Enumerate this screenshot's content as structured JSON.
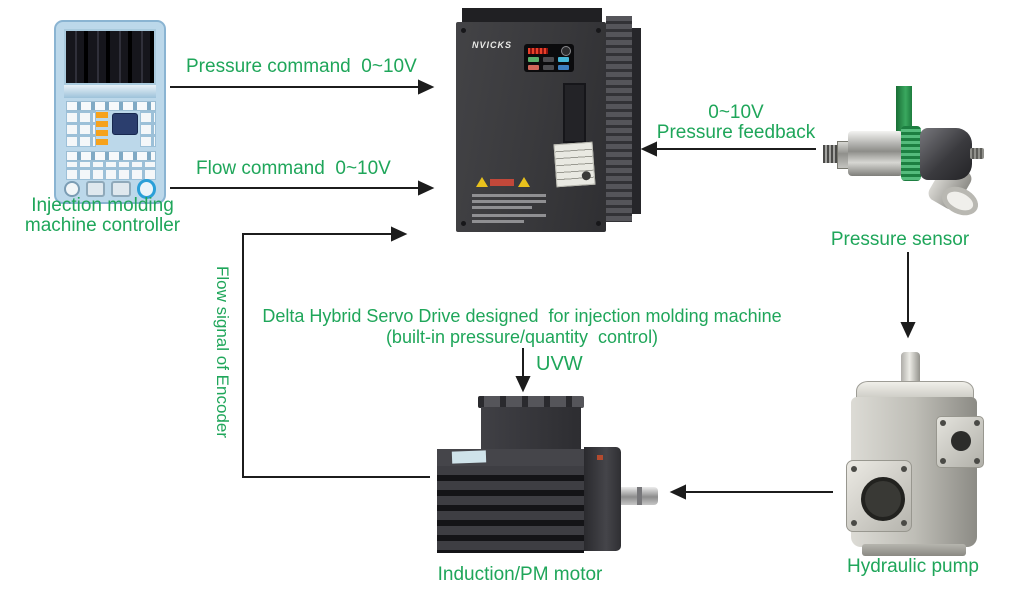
{
  "colors": {
    "label_green": "#1fa65a",
    "arrow_black": "#1c1c1c",
    "background": "#ffffff"
  },
  "devices": {
    "controller": {
      "name_line1": "Injection molding",
      "name_line2": "machine controller"
    },
    "servo_drive": {
      "brand": "NVICKS",
      "caption_line1": "Delta Hybrid Servo Drive designed  for injection molding machine",
      "caption_line2": "(built-in pressure/quantity  control)"
    },
    "pressure_sensor": {
      "name": "Pressure sensor"
    },
    "hydraulic_pump": {
      "name": "Hydraulic pump"
    },
    "motor": {
      "name": "Induction/PM motor"
    }
  },
  "signals": {
    "pressure_command": "Pressure command  0~10V",
    "flow_command": "Flow command  0~10V",
    "pressure_feedback_line1": "0~10V",
    "pressure_feedback_line2": "Pressure feedback",
    "encoder_feedback": "Flow signal of Encoder",
    "motor_power": "UVW"
  }
}
